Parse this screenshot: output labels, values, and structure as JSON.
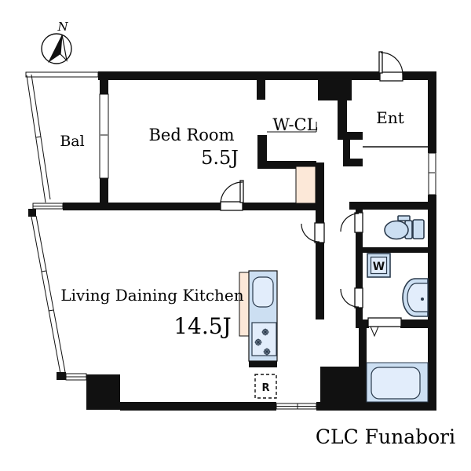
{
  "title": "CLC Funabori",
  "compass": {
    "label": "N"
  },
  "rooms": {
    "balcony": {
      "label": "Bal"
    },
    "bedroom": {
      "label": "Bed Room",
      "size": "5.5J"
    },
    "wcl": {
      "label": "W-CL"
    },
    "entrance": {
      "label": "Ent"
    },
    "ldk": {
      "label": "Living Daining Kitchen",
      "size": "14.5J"
    }
  },
  "fixtures": {
    "washer": {
      "label": "W"
    },
    "refrigerator": {
      "label": "R"
    }
  },
  "colors": {
    "wall": "#111111",
    "fixture_fill": "#ccdff2",
    "fixture_light": "#e2edfb",
    "fixture_stroke": "#2b3b4d",
    "door_fill": "#fce8d8"
  }
}
